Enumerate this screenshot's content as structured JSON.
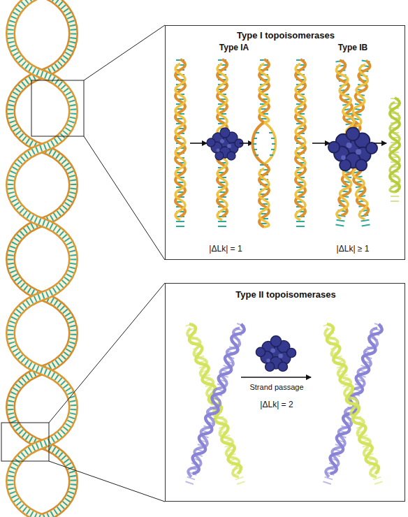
{
  "diagram": {
    "nodes": [
      {
        "text": [
          "Type I topoisomerases",
          "Type IA",
          "Type IB",
          "|ΔLk| = 1",
          "|ΔLk| ≥ 1"
        ]
      },
      {
        "text": [
          "Type II topoisomerases",
          "Strand passage",
          "|ΔLk| = 2"
        ]
      }
    ]
  }
}
